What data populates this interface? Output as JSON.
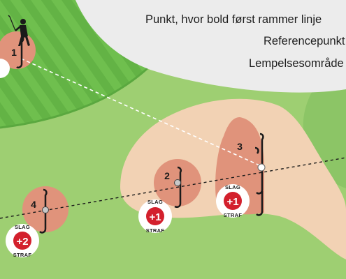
{
  "legend": {
    "items": [
      "Punkt, hvor bold først rammer linje",
      "Referencepunkt",
      "Lempelsesområde"
    ]
  },
  "positions": [
    {
      "number": "1"
    },
    {
      "number": "2"
    },
    {
      "number": "3"
    },
    {
      "number": "4"
    }
  ],
  "penalties": [
    {
      "top": "SLAG",
      "value": "+1",
      "bottom": "STRAF"
    },
    {
      "top": "SLAG",
      "value": "+1",
      "bottom": "STRAF"
    },
    {
      "top": "SLAG",
      "value": "+2",
      "bottom": "STRAF"
    }
  ],
  "colors": {
    "rough": "#9ecf72",
    "fairway_light": "#6fbf4e",
    "fairway_dark": "#5fae42",
    "bunker": "#f2d2b4",
    "relief_area": "#e0937b",
    "penalty_badge": "#d3202d",
    "legend_panel": "#ececec"
  }
}
